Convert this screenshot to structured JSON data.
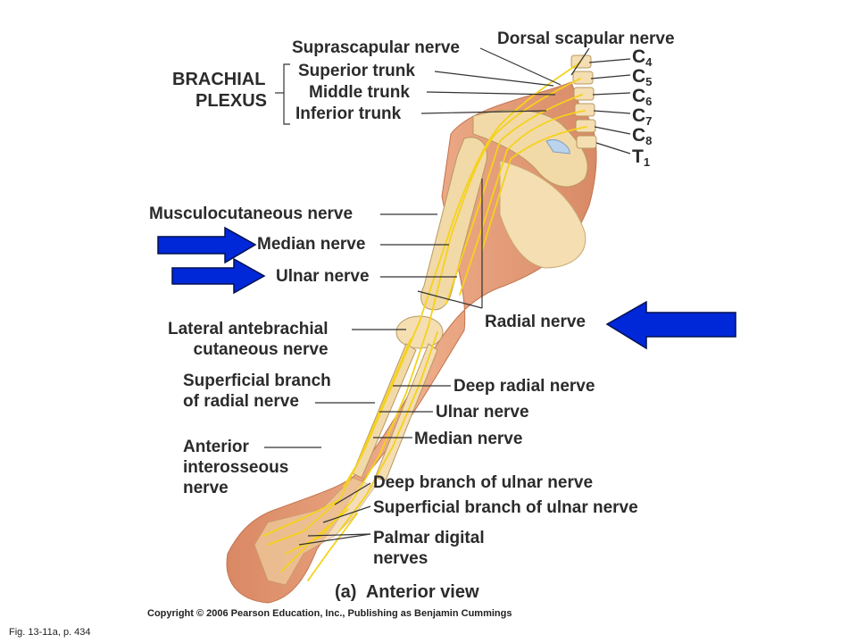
{
  "colors": {
    "arrow_fill": "#0028d8",
    "arrow_stroke": "#00114f",
    "skin": "#e8a07e",
    "bone": "#f2d9a8",
    "nerve": "#f4d21c",
    "label_text": "#2b2b2b"
  },
  "brachial_plexus": {
    "title_line1": "BRACHIAL",
    "title_line2": "PLEXUS",
    "trunks": [
      "Superior trunk",
      "Middle trunk",
      "Inferior trunk"
    ]
  },
  "spinal_roots": [
    {
      "letter": "C",
      "num": "4"
    },
    {
      "letter": "C",
      "num": "5"
    },
    {
      "letter": "C",
      "num": "6"
    },
    {
      "letter": "C",
      "num": "7"
    },
    {
      "letter": "C",
      "num": "8"
    },
    {
      "letter": "T",
      "num": "1"
    }
  ],
  "labels": {
    "suprascapular": "Suprascapular nerve",
    "dorsal_scapular": "Dorsal scapular nerve",
    "musculocutaneous": "Musculocutaneous nerve",
    "median_upper": "Median nerve",
    "ulnar_upper": "Ulnar nerve",
    "radial": "Radial nerve",
    "lateral_antebrachial": "Lateral antebrachial\ncutaneous nerve",
    "superficial_radial": "Superficial branch\nof radial nerve",
    "deep_radial": "Deep radial nerve",
    "ulnar_lower": "Ulnar nerve",
    "median_lower": "Median nerve",
    "anterior_interosseous": "Anterior\ninterosseous\nnerve",
    "deep_ulnar": "Deep branch of ulnar nerve",
    "superficial_ulnar": "Superficial branch of ulnar nerve",
    "palmar_digital": "Palmar digital\nnerves"
  },
  "caption": {
    "view_letter": "(a)",
    "view_text": "Anterior view",
    "copyright": "Copyright © 2006 Pearson Education, Inc., Publishing as Benjamin Cummings",
    "figure_ref": "Fig. 13-11a,  p. 434"
  },
  "arrows": [
    {
      "direction": "right",
      "points_to": "Median nerve"
    },
    {
      "direction": "right",
      "points_to": "Ulnar nerve"
    },
    {
      "direction": "left",
      "points_to": "Radial nerve"
    }
  ]
}
